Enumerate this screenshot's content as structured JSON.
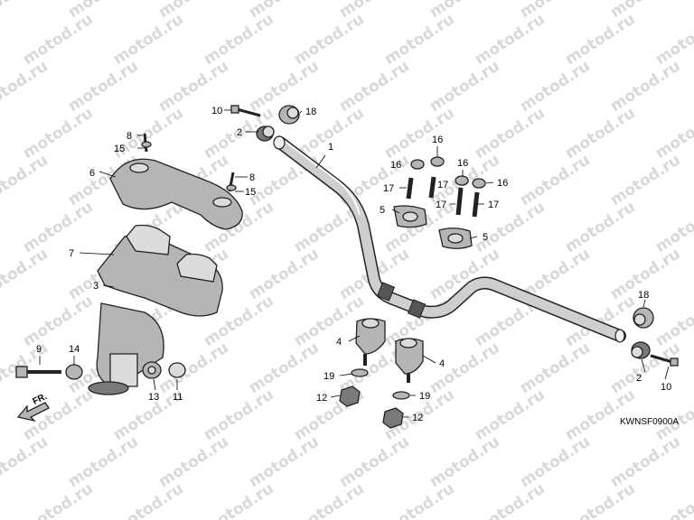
{
  "watermark": "motod.ru",
  "diagram_code": "KWNSF0900A",
  "front_label": "FR.",
  "callouts": [
    {
      "id": "c1",
      "label": "1"
    },
    {
      "id": "c2a",
      "label": "2"
    },
    {
      "id": "c2b",
      "label": "2"
    },
    {
      "id": "c3",
      "label": "3"
    },
    {
      "id": "c4a",
      "label": "4"
    },
    {
      "id": "c4b",
      "label": "4"
    },
    {
      "id": "c5a",
      "label": "5"
    },
    {
      "id": "c5b",
      "label": "5"
    },
    {
      "id": "c6",
      "label": "6"
    },
    {
      "id": "c7",
      "label": "7"
    },
    {
      "id": "c8a",
      "label": "8"
    },
    {
      "id": "c8b",
      "label": "8"
    },
    {
      "id": "c9",
      "label": "9"
    },
    {
      "id": "c10a",
      "label": "10"
    },
    {
      "id": "c10b",
      "label": "10"
    },
    {
      "id": "c11",
      "label": "11"
    },
    {
      "id": "c12a",
      "label": "12"
    },
    {
      "id": "c12b",
      "label": "12"
    },
    {
      "id": "c13",
      "label": "13"
    },
    {
      "id": "c14",
      "label": "14"
    },
    {
      "id": "c15a",
      "label": "15"
    },
    {
      "id": "c15b",
      "label": "15"
    },
    {
      "id": "c16a",
      "label": "16"
    },
    {
      "id": "c16b",
      "label": "16"
    },
    {
      "id": "c16c",
      "label": "16"
    },
    {
      "id": "c16d",
      "label": "16"
    },
    {
      "id": "c17a",
      "label": "17"
    },
    {
      "id": "c17b",
      "label": "17"
    },
    {
      "id": "c17c",
      "label": "17"
    },
    {
      "id": "c17d",
      "label": "17"
    },
    {
      "id": "c18a",
      "label": "18"
    },
    {
      "id": "c18b",
      "label": "18"
    },
    {
      "id": "c19a",
      "label": "19"
    },
    {
      "id": "c19b",
      "label": "19"
    }
  ]
}
